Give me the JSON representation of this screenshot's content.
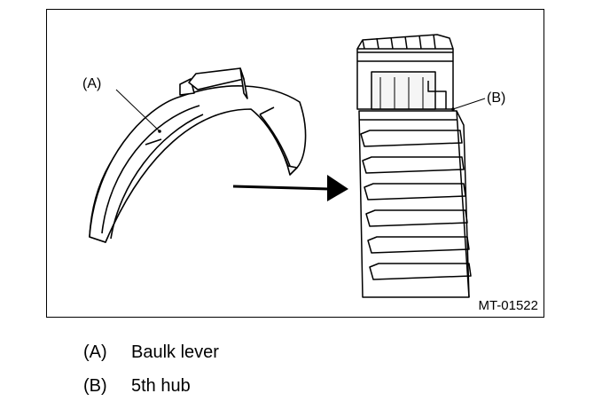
{
  "figure": {
    "callout_a": "(A)",
    "callout_b": "(B)",
    "code": "MT-01522"
  },
  "legend": [
    {
      "key": "(A)",
      "text": "Baulk lever"
    },
    {
      "key": "(B)",
      "text": "5th hub"
    }
  ],
  "colors": {
    "line": "#000000",
    "fill": "#ffffff",
    "shade": "#e6e6e6"
  }
}
